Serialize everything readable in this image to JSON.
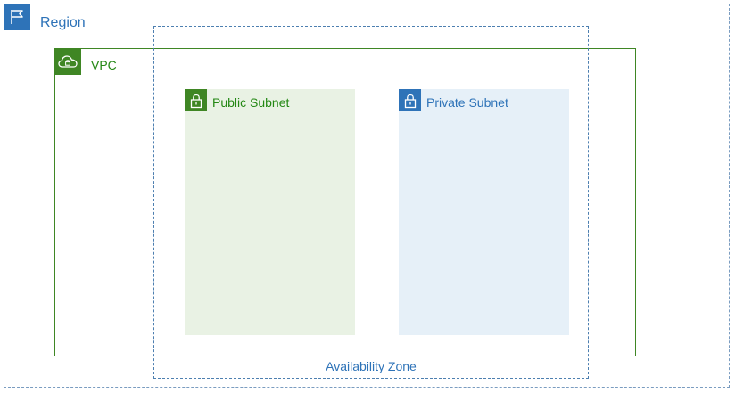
{
  "region": {
    "label": "Region",
    "icon": "flag-icon",
    "color": "#2e73b8"
  },
  "vpc": {
    "label": "VPC",
    "icon": "cloud-lock-icon",
    "color": "#3f8624"
  },
  "availability_zone": {
    "label": "Availability Zone",
    "color": "#2e73b8"
  },
  "public_subnet": {
    "label": "Public Subnet",
    "icon": "lock-icon",
    "color": "#3f8624",
    "fill": "#e9f2e4"
  },
  "private_subnet": {
    "label": "Private Subnet",
    "icon": "lock-icon",
    "color": "#2e73b8",
    "fill": "#e6f0f8"
  }
}
